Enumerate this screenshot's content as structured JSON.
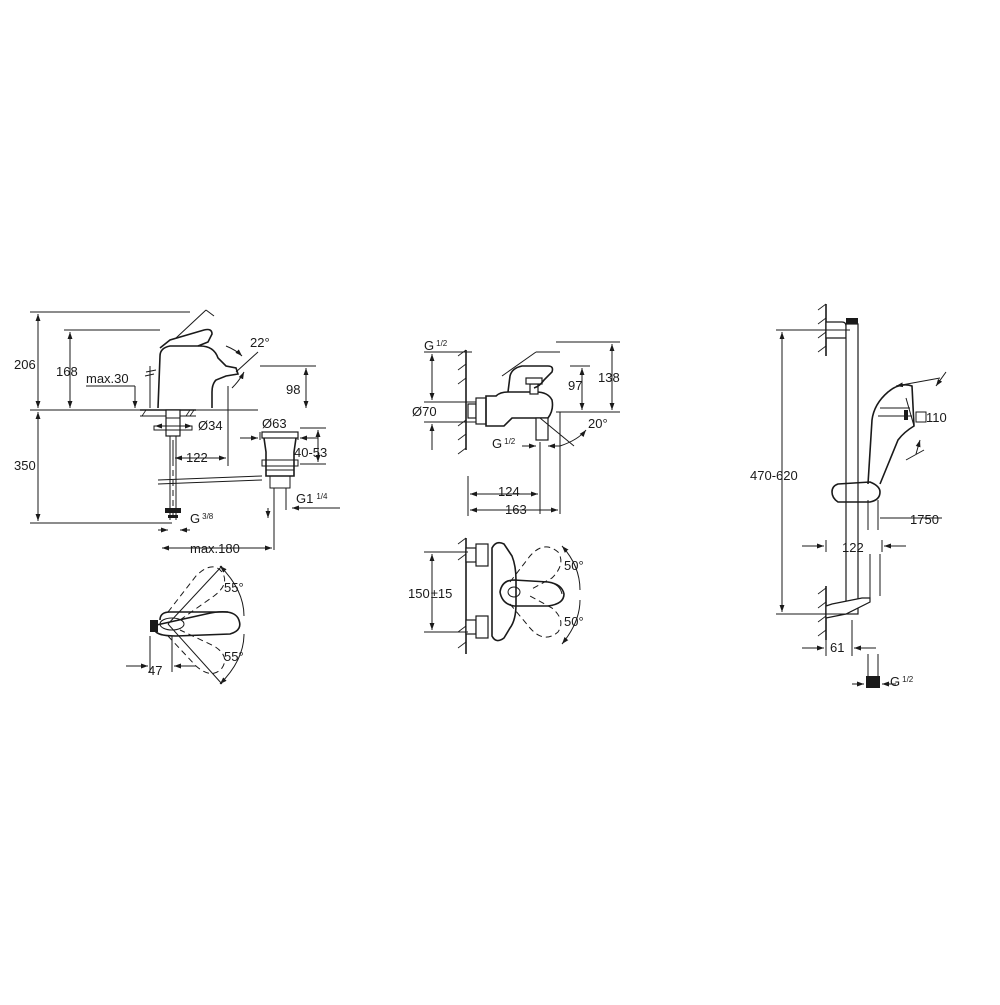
{
  "basin_mixer": {
    "d206": "206",
    "d168": "168",
    "max30": "max.30",
    "a22": "22°",
    "d98": "98",
    "d350": "350",
    "d34": "Ø34",
    "d63": "Ø63",
    "d122": "122",
    "r4053": "40-53",
    "g114_main": "G1",
    "g114_frac": "1/4",
    "g38_main": "G",
    "g38_frac": "3/8",
    "max180": "max.180",
    "a55_top": "55°",
    "a55_bottom": "55°",
    "d47": "47"
  },
  "bath_mixer": {
    "g12_top_main": "G",
    "g12_top_frac": "1/2",
    "d70": "Ø70",
    "d97": "97",
    "d138": "138",
    "a20": "20°",
    "g12_mid_main": "G",
    "g12_mid_frac": "1/2",
    "d124": "124",
    "d163": "163",
    "r150_main": "150",
    "r150_tol": "±15",
    "a50_top": "50°",
    "a50_bottom": "50°"
  },
  "shower_set": {
    "r470620": "470-620",
    "d110": "110",
    "d1750": "1750",
    "d122": "122",
    "d61": "61",
    "g12_main": "G",
    "g12_frac": "1/2"
  }
}
